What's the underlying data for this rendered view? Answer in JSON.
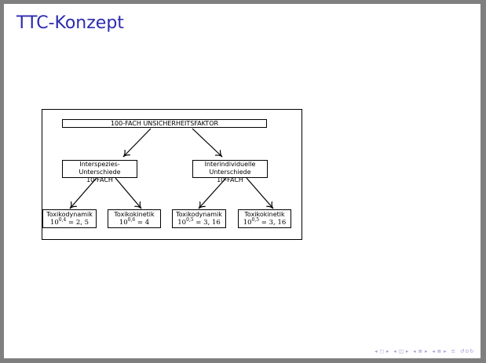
{
  "slide": {
    "title": "TTC-Konzept"
  },
  "diagram": {
    "root": "100-FACH UNSICHERHEITSFAKTOR",
    "left": {
      "line1": "Interspezies-",
      "line2": "Unterschiede",
      "line3": "10-FACH",
      "children": [
        {
          "name": "Toxikodynamik",
          "base": "10",
          "exp": "0,4",
          "rest": " = 2, 5"
        },
        {
          "name": "Toxikokinetik",
          "base": "10",
          "exp": "0,6",
          "rest": " = 4"
        }
      ]
    },
    "right": {
      "line1": "Interindividuelle",
      "line2": "Unterschiede",
      "line3": "10-FACH",
      "children": [
        {
          "name": "Toxikodynamik",
          "base": "10",
          "exp": "0,5",
          "rest": " = 3, 16"
        },
        {
          "name": "Toxikokinetik",
          "base": "10",
          "exp": "0,5",
          "rest": " = 3, 16"
        }
      ]
    }
  },
  "navigation": {
    "icons": [
      "nav-first-icon",
      "nav-frame-icon",
      "nav-subsection-icon",
      "nav-section-icon",
      "nav-align-icon",
      "nav-search-icon"
    ],
    "glyphs": [
      "◂ ◻ ▸",
      "◂ ◫ ▸",
      "◂ ≣ ▸",
      "◂ ≣ ▸",
      "≡",
      "↺⊙↻"
    ],
    "colors": {
      "title": "#2b2bb0",
      "nav": "#9a9ad0",
      "background": "#7f7f7f"
    }
  }
}
